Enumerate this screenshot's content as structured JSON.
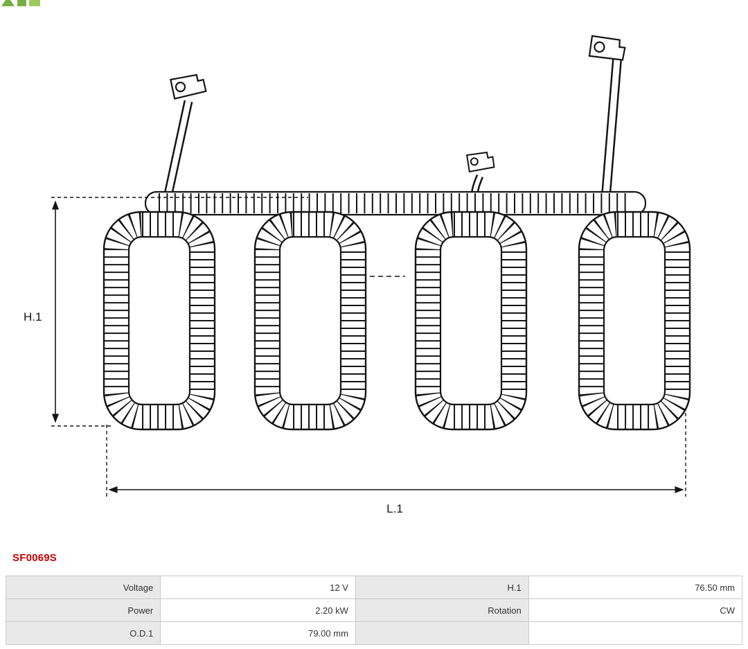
{
  "page": {
    "part_number": "SF0069S"
  },
  "colors": {
    "part_number_red": "#cc0000",
    "line_black": "#141414",
    "logo_green": "#76b043",
    "table_label_bg": "#e9e9e9",
    "table_border": "#c9c9c9"
  },
  "drawing": {
    "type": "field-coil-technical-drawing",
    "h_dim_label": "H.1",
    "l_dim_label": "L.1",
    "coil_count": 4
  },
  "table": {
    "rows": [
      {
        "cells": [
          {
            "label": "Voltage",
            "value": "12 V"
          },
          {
            "label": "H.1",
            "value": "76.50 mm"
          }
        ]
      },
      {
        "cells": [
          {
            "label": "Power",
            "value": "2.20 kW"
          },
          {
            "label": "Rotation",
            "value": "CW"
          }
        ]
      },
      {
        "cells": [
          {
            "label": "O.D.1",
            "value": "79.00 mm"
          },
          {
            "label": "",
            "value": ""
          }
        ]
      }
    ]
  }
}
